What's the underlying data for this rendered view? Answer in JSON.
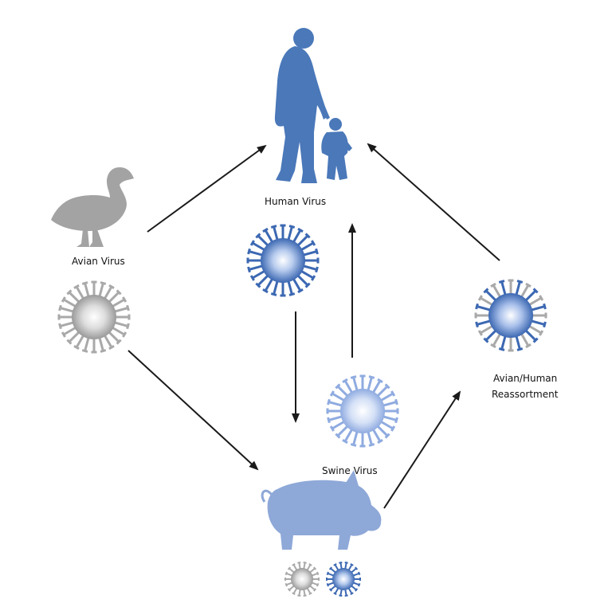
{
  "labels": {
    "human": "Human Virus",
    "avian": "Avian Virus",
    "swine": "Swine Virus",
    "reassort_line1": "Avian/Human",
    "reassort_line2": "Reassortment"
  },
  "colors": {
    "human_silhouette": "#4a78b9",
    "duck_silhouette": "#a3a3a3",
    "pig_silhouette": "#8ea8d8",
    "virus_blue_dark": "#3c68b2",
    "virus_blue_light": "#9cb6e4",
    "virus_gray": "#a9a9a9",
    "arrow": "#1a1a1a"
  },
  "icons": [
    "adult-and-child-silhouette-icon",
    "duck-silhouette-icon",
    "pig-silhouette-icon",
    "virus-icon"
  ]
}
